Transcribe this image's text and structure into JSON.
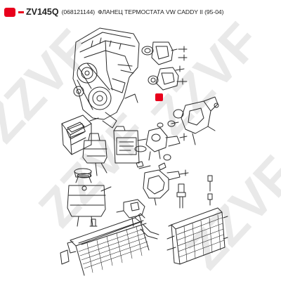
{
  "header": {
    "code": "ZV145Q",
    "part_number": "(068121144)",
    "description": "ФЛАНЕЦ ТЕРМОСТАТА VW CADDY II (95-04)"
  },
  "watermark": {
    "text": "ZZVF"
  },
  "colors": {
    "accent_red": "#e8001c",
    "line": "#2a2a2a",
    "watermark": "#e9e9e9",
    "text": "#222222"
  }
}
